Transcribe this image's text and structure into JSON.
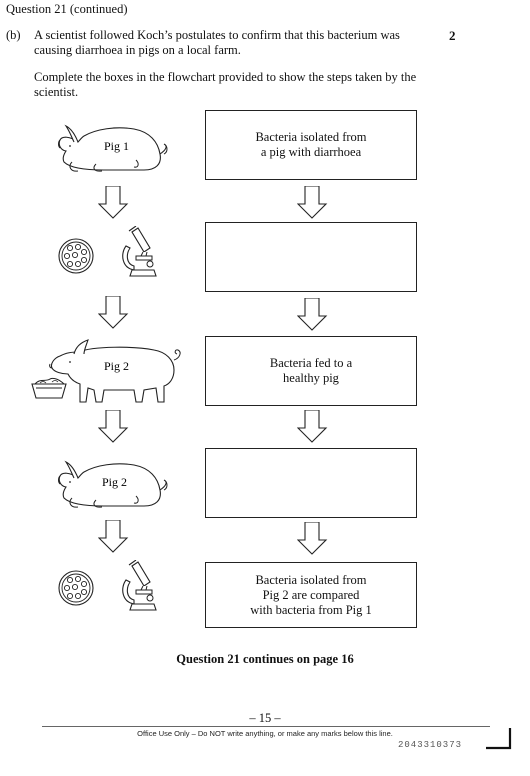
{
  "header": "Question 21 (continued)",
  "question": {
    "part": "(b)",
    "text": "A scientist followed Koch’s postulates to confirm that this bacterium was causing diarrhoea in pigs on a local farm.",
    "marks": "2",
    "instruction": "Complete the boxes in the flowchart provided to show the steps taken by the scientist."
  },
  "flowchart": {
    "boxes": [
      "Bacteria isolated from\na pig with diarrhoea",
      "",
      "Bacteria fed to a\nhealthy pig",
      "",
      "Bacteria isolated from\nPig 2 are compared\nwith bacteria from Pig 1"
    ],
    "pig_labels": [
      "Pig 1",
      "Pig 2",
      "Pig 2"
    ],
    "icons": [
      "lying-pig-icon",
      "petri-dish-icon",
      "microscope-icon",
      "standing-pig-icon",
      "food-trough-icon",
      "down-arrow-icon"
    ]
  },
  "footer": {
    "continues": "Question 21 continues on page 16",
    "page_number": "– 15 –",
    "office_use": "Office Use Only – Do NOT write anything, or make any marks below this line.",
    "barcode": "2043310373"
  }
}
